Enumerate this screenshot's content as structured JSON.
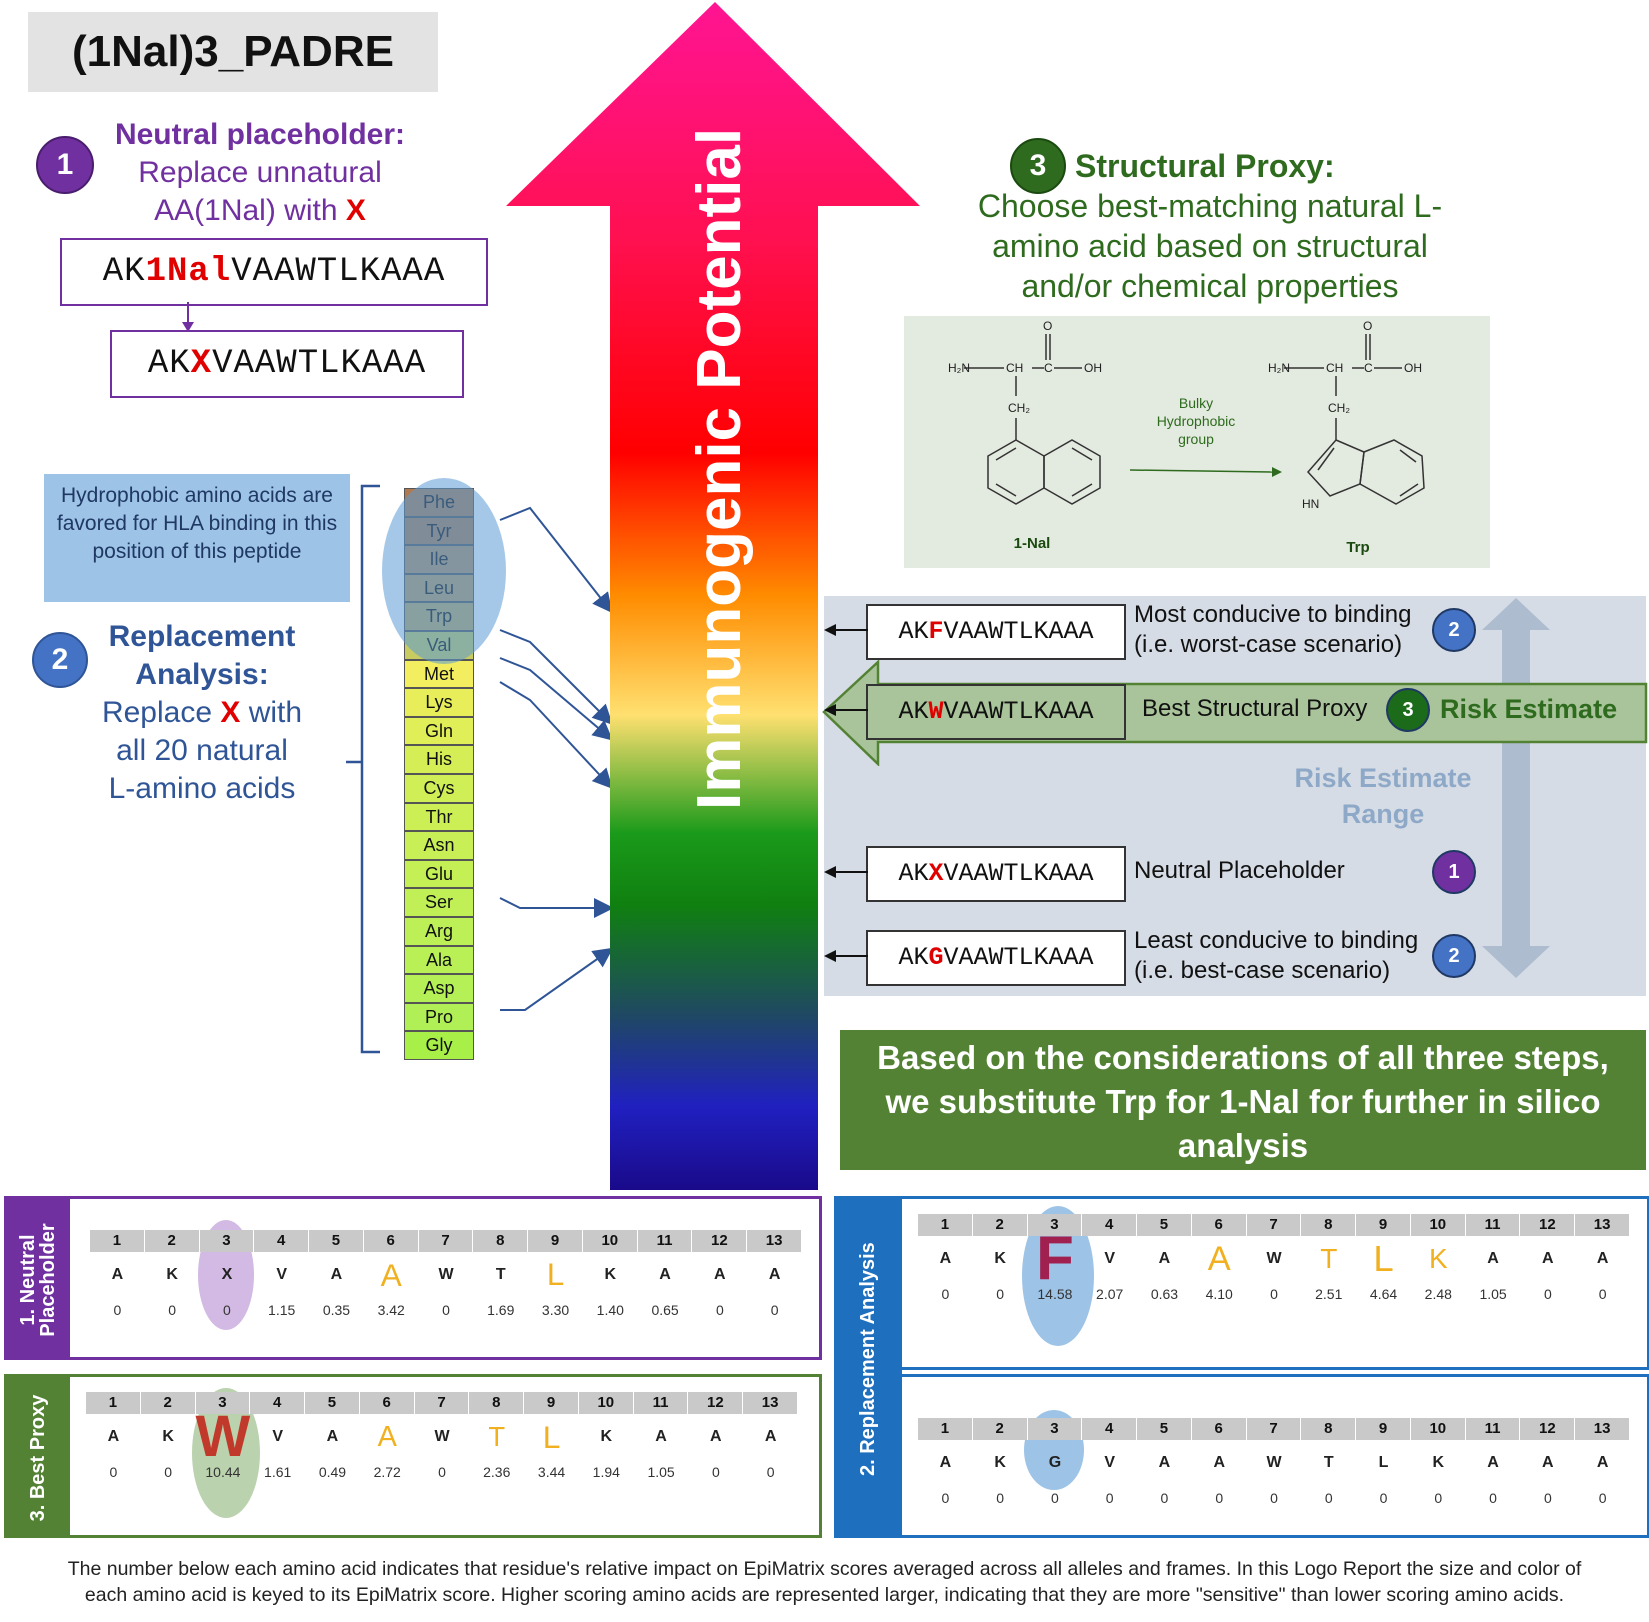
{
  "title": "(1Nal)3_PADRE",
  "step1": {
    "num": "1",
    "heading": "Neutral placeholder:",
    "line1": "Replace unnatural",
    "line2_pre": "AA(1Nal) with ",
    "line2_x": "X",
    "seq_orig_pre": "AK",
    "seq_orig_mid": "1Nal",
    "seq_orig_post": "VAAWTLKAAA",
    "seq_new_pre": "AK",
    "seq_new_mid": "X",
    "seq_new_post": "VAAWTLKAAA"
  },
  "hydrophobic_note": "Hydrophobic amino acids are favored for HLA binding in this position of this peptide",
  "step2": {
    "num": "2",
    "heading1": "Replacement",
    "heading2": "Analysis:",
    "line1_pre": "Replace ",
    "line1_x": "X",
    "line1_post": " with",
    "line2": "all 20 natural",
    "line3": "L-amino acids"
  },
  "amino_acids": [
    "Phe",
    "Tyr",
    "Ile",
    "Leu",
    "Trp",
    "Val",
    "Met",
    "Lys",
    "Gln",
    "His",
    "Cys",
    "Thr",
    "Asn",
    "Glu",
    "Ser",
    "Arg",
    "Ala",
    "Asp",
    "Pro",
    "Gly"
  ],
  "arrow_label": "Immunogenic Potential",
  "step3": {
    "num": "3",
    "heading": "Structural Proxy:",
    "line1": "Choose best-matching natural L-",
    "line2": "amino acid based on structural",
    "line3": "and/or chemical properties"
  },
  "structures": {
    "left_name": "1-Nal",
    "right_name": "Trp",
    "arrow_label1": "Bulky",
    "arrow_label2": "Hydrophobic",
    "arrow_label3": "group",
    "h2n": "H₂N",
    "ch": "CH",
    "c": "C",
    "oh": "OH",
    "o": "O",
    "ch2": "CH₂",
    "hn": "HN"
  },
  "risk": {
    "rows": [
      {
        "pre": "AK",
        "mid": "F",
        "post": "VAAWTLKAAA",
        "label1": "Most conducive to binding",
        "label2": "(i.e. worst-case scenario)",
        "num": "2"
      },
      {
        "pre": "AK",
        "mid": "W",
        "post": "VAAWTLKAAA",
        "label1": "Best Structural  Proxy",
        "label2": "",
        "num": "3"
      },
      {
        "pre": "AK",
        "mid": "X",
        "post": "VAAWTLKAAA",
        "label1": "Neutral  Placeholder",
        "label2": "",
        "num": "1"
      },
      {
        "pre": "AK",
        "mid": "G",
        "post": "VAAWTLKAAA",
        "label1": "Least conducive to binding",
        "label2": "(i.e. best-case scenario)",
        "num": "2"
      }
    ],
    "risk_estimate": "Risk Estimate",
    "range_line1": "Risk Estimate",
    "range_line2": "Range"
  },
  "conclusion": "Based on the considerations of all three steps, we substitute Trp for 1-Nal for further in silico analysis",
  "panels": {
    "neutral": {
      "label1": "1. Neutral",
      "label2": "Placeholder",
      "positions": [
        "1",
        "2",
        "3",
        "4",
        "5",
        "6",
        "7",
        "8",
        "9",
        "10",
        "11",
        "12",
        "13"
      ],
      "residues": [
        "A",
        "K",
        "X",
        "V",
        "A",
        "A",
        "W",
        "T",
        "L",
        "K",
        "A",
        "A",
        "A"
      ],
      "values": [
        "0",
        "0",
        "0",
        "1.15",
        "0.35",
        "3.42",
        "0",
        "1.69",
        "3.30",
        "1.40",
        "0.65",
        "0",
        "0"
      ]
    },
    "proxy": {
      "label": "3. Best Proxy",
      "positions": [
        "1",
        "2",
        "3",
        "4",
        "5",
        "6",
        "7",
        "8",
        "9",
        "10",
        "11",
        "12",
        "13"
      ],
      "residues": [
        "A",
        "K",
        "W",
        "V",
        "A",
        "A",
        "W",
        "T",
        "L",
        "K",
        "A",
        "A",
        "A"
      ],
      "values": [
        "0",
        "0",
        "10.44",
        "1.61",
        "0.49",
        "2.72",
        "0",
        "2.36",
        "3.44",
        "1.94",
        "1.05",
        "0",
        "0"
      ]
    },
    "replacement_label": "2. Replacement Analysis",
    "replacement_top": {
      "positions": [
        "1",
        "2",
        "3",
        "4",
        "5",
        "6",
        "7",
        "8",
        "9",
        "10",
        "11",
        "12",
        "13"
      ],
      "residues": [
        "A",
        "K",
        "F",
        "V",
        "A",
        "A",
        "W",
        "T",
        "L",
        "K",
        "A",
        "A",
        "A"
      ],
      "values": [
        "0",
        "0",
        "14.58",
        "2.07",
        "0.63",
        "4.10",
        "0",
        "2.51",
        "4.64",
        "2.48",
        "1.05",
        "0",
        "0"
      ]
    },
    "replacement_bottom": {
      "positions": [
        "1",
        "2",
        "3",
        "4",
        "5",
        "6",
        "7",
        "8",
        "9",
        "10",
        "11",
        "12",
        "13"
      ],
      "residues": [
        "A",
        "K",
        "G",
        "V",
        "A",
        "A",
        "W",
        "T",
        "L",
        "K",
        "A",
        "A",
        "A"
      ],
      "values": [
        "0",
        "0",
        "0",
        "0",
        "0",
        "0",
        "0",
        "0",
        "0",
        "0",
        "0",
        "0",
        "0"
      ]
    }
  },
  "footnote_line1": "The number below each amino acid indicates that residue's relative impact on EpiMatrix scores averaged across all alleles and frames. In this Logo Report the size and color of",
  "footnote_line2": "each amino acid is keyed to its EpiMatrix score. Higher scoring amino acids are represented larger, indicating that they are more \"sensitive\" than lower scoring amino acids.",
  "colors": {
    "purple": "#7030a0",
    "blue": "#2f5597",
    "green": "#2e6b1e",
    "red": "#e00000",
    "panel_blue": "#1f6fbf",
    "conclusion_bg": "#548235"
  }
}
